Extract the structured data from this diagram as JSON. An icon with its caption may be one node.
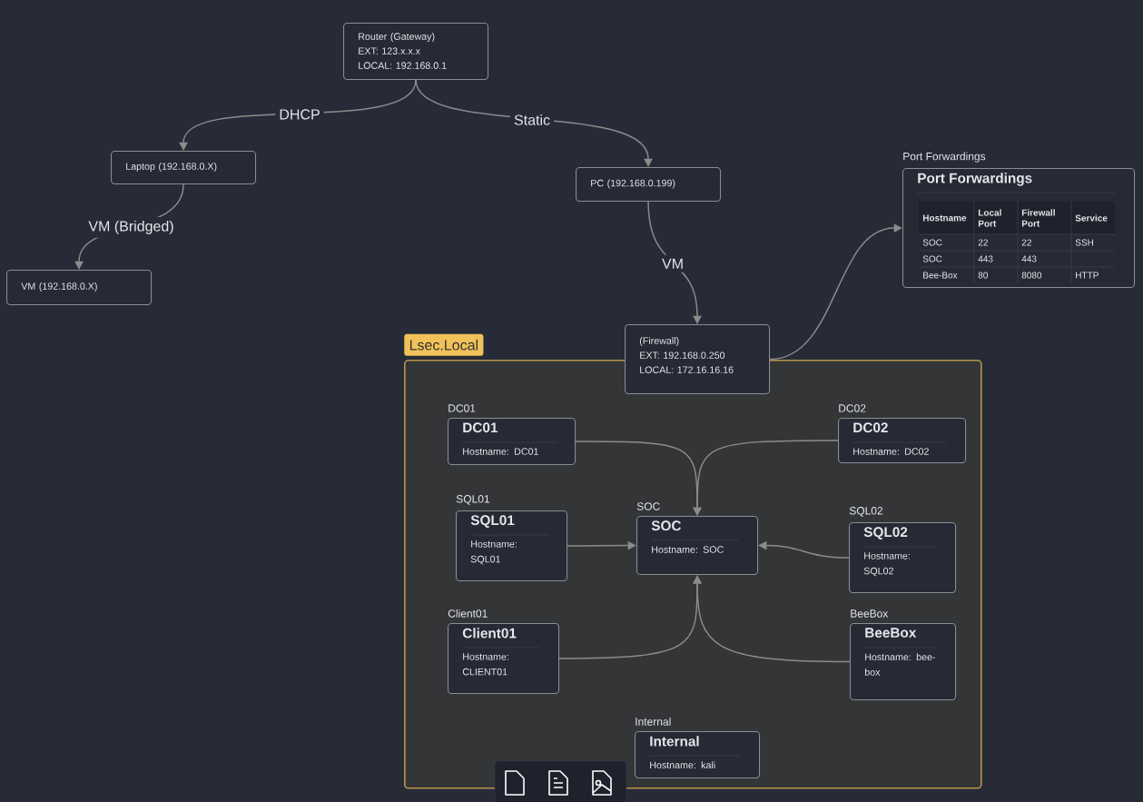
{
  "diagram": {
    "nodes": [
      {
        "text": [
          "Router (Gateway)",
          "EXT: 123.x.x.x",
          "LOCAL: 192.168.0.1"
        ]
      },
      {
        "text": [
          "Laptop (192.168.0.X)"
        ]
      },
      {
        "text": [
          "PC (192.168.0.199)"
        ]
      },
      {
        "text": [
          "VM (192.168.0.X)"
        ]
      },
      {
        "text": [
          "Port Forwardings"
        ],
        "beside": [
          "Port Forwardings"
        ]
      },
      {
        "text": [
          "(Firewall)",
          "EXT: 192.168.0.250",
          "LOCAL: 172.16.16.16"
        ]
      },
      {
        "text": [
          "Lsec.Local"
        ]
      },
      {
        "text": [
          "DC01",
          "Hostname: DC01"
        ],
        "beside": [
          "DC01"
        ],
        "in": 6
      },
      {
        "text": [
          "DC02",
          "Hostname: DC02"
        ],
        "beside": [
          "DC02"
        ],
        "in": 6
      },
      {
        "text": [
          "SQL01",
          "Hostname: SQL01"
        ],
        "beside": [
          "SQL01"
        ],
        "in": 6
      },
      {
        "text": [
          "SOC",
          "Hostname: SOC"
        ],
        "beside": [
          "SOC"
        ],
        "in": 6
      },
      {
        "text": [
          "SQL02",
          "Hostname: SQL02"
        ],
        "beside": [
          "SQL02"
        ],
        "in": 6
      },
      {
        "text": [
          "Client01",
          "Hostname: CLIENT01"
        ],
        "beside": [
          "Client01"
        ],
        "in": 6
      },
      {
        "text": [
          "BeeBox",
          "Hostname: bee-box"
        ],
        "beside": [
          "BeeBox"
        ],
        "in": 6
      },
      {
        "text": [
          "Internal",
          "Hostname: kali"
        ],
        "beside": [
          "Internal"
        ],
        "in": 6
      }
    ],
    "edges": [
      {
        "from": 0,
        "to": 1,
        "arrow": "to",
        "label": "DHCP"
      },
      {
        "from": 0,
        "to": 2,
        "arrow": "to",
        "label": "Static"
      },
      {
        "from": 1,
        "to": 3,
        "arrow": "to",
        "label": "VM (Bridged)"
      },
      {
        "from": 2,
        "to": 5,
        "arrow": "to",
        "label": "VM"
      },
      {
        "from": 5,
        "to": 4,
        "arrow": "to"
      },
      {
        "from": 7,
        "to": 10,
        "arrow": "to"
      },
      {
        "from": 8,
        "to": 10,
        "arrow": "to"
      },
      {
        "from": 9,
        "to": 10,
        "arrow": "to"
      },
      {
        "from": 11,
        "to": 10,
        "arrow": "to"
      },
      {
        "from": 12,
        "to": 10,
        "arrow": "to"
      },
      {
        "from": 13,
        "to": 10,
        "arrow": "to"
      }
    ],
    "labels": [
      "Hostname",
      "Local Port",
      "Firewall Port",
      "Service",
      "SOC",
      "22",
      "22",
      "SSH",
      "SOC",
      "443",
      "443",
      "Bee-Box",
      "80",
      "8080",
      "HTTP"
    ]
  }
}
